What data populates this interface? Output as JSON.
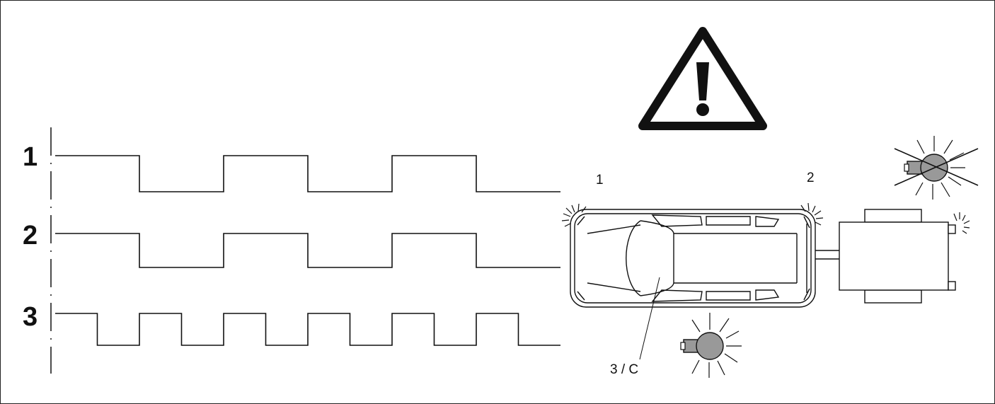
{
  "signals": [
    {
      "label": "1",
      "pattern": [
        1,
        0,
        1,
        0,
        1,
        0
      ]
    },
    {
      "label": "2",
      "pattern": [
        1,
        0,
        1,
        0,
        1,
        0
      ]
    },
    {
      "label": "3",
      "pattern": [
        1,
        0,
        1,
        0,
        1,
        0,
        1,
        0,
        1,
        0,
        1,
        0
      ]
    }
  ],
  "car": {
    "front_left_label": "1",
    "front_right_label": "2",
    "center_label": "3 / C"
  },
  "indicator_lamps": [
    {
      "name": "lamp-off",
      "state": "failed"
    },
    {
      "name": "lamp-on",
      "state": "flashing"
    }
  ],
  "colors": {
    "line": "#111111",
    "lamp_fill": "#999999",
    "background": "#ffffff"
  }
}
